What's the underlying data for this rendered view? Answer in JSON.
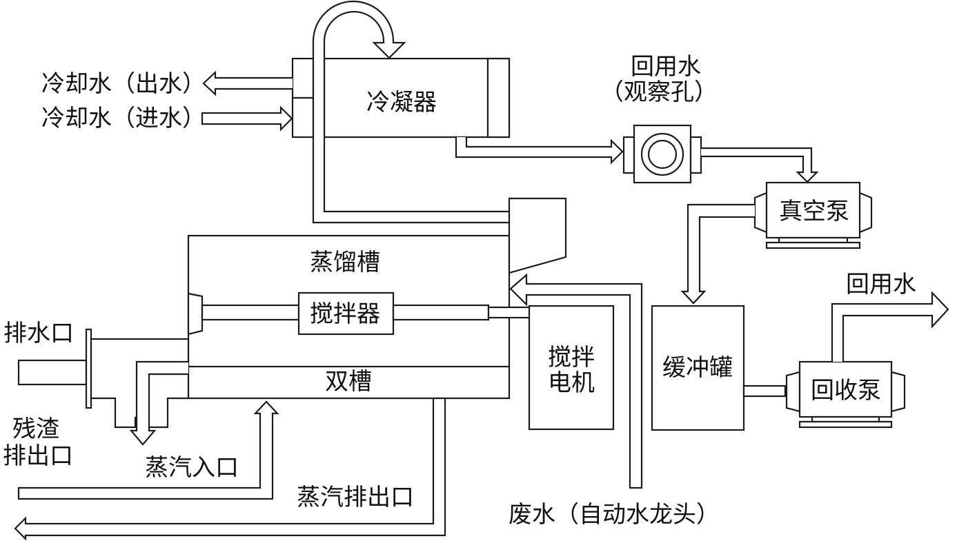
{
  "diagram": {
    "title": "",
    "components": {
      "condenser": "冷凝器",
      "sight_glass_label_line1": "回用水",
      "sight_glass_label_line2": "（观察孔）",
      "vacuum_pump": "真空泵",
      "distillation_tank": "蒸馏槽",
      "agitator": "搅拌器",
      "double_tank": "双槽",
      "agitator_motor_line1": "搅拌",
      "agitator_motor_line2": "电机",
      "buffer_tank": "缓冲罐",
      "recovery_pump": "回收泵"
    },
    "flows": {
      "cooling_water_out": "冷却水（出水）",
      "cooling_water_in": "冷却水（进水）",
      "drain_outlet": "排水口",
      "residue_outlet_line1": "残渣",
      "residue_outlet_line2": "排出口",
      "steam_inlet": "蒸汽入口",
      "steam_outlet": "蒸汽排出口",
      "waste_water": "废水（自动水龙头）",
      "reuse_water": "回用水"
    },
    "colors": {
      "stroke": "#1a1a1a",
      "fill": "#ffffff",
      "text": "#111111"
    }
  }
}
